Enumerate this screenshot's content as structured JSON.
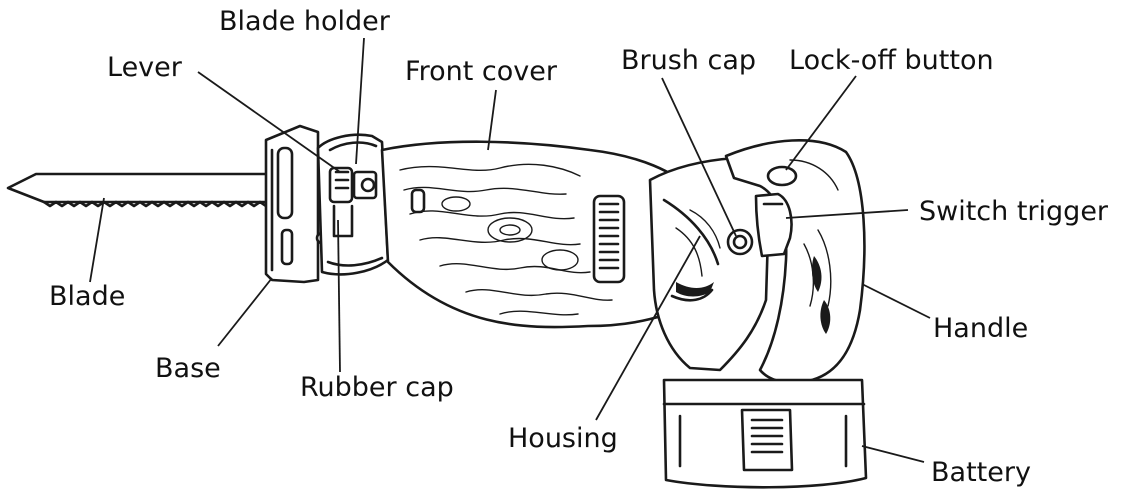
{
  "labels": {
    "blade_holder": "Blade holder",
    "lever": "Lever",
    "front_cover": "Front cover",
    "brush_cap": "Brush cap",
    "lock_off_button": "Lock-off button",
    "switch_trigger": "Switch trigger",
    "blade": "Blade",
    "handle": "Handle",
    "base": "Base",
    "rubber_cap": "Rubber cap",
    "housing": "Housing",
    "battery": "Battery"
  }
}
